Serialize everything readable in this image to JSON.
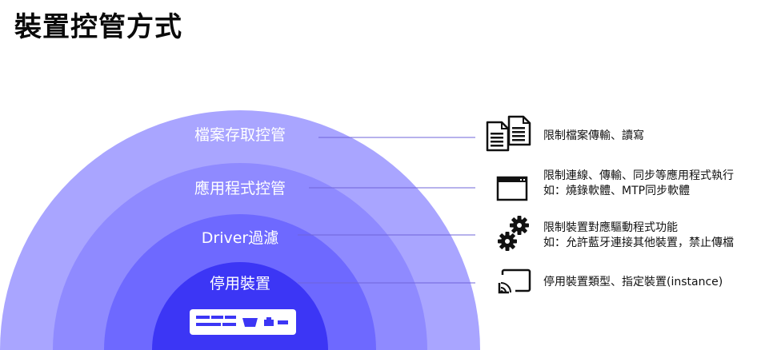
{
  "title": "裝置控管方式",
  "colors": {
    "layer1": "#a9a5ff",
    "layer2": "#8f8aff",
    "layer3": "#6e69ff",
    "layer4": "#3c36f5",
    "connector": "#6f64d8",
    "icon": "#111111"
  },
  "layers": [
    {
      "label": "檔案存取控管",
      "icon": "documents-icon",
      "desc": [
        "限制檔案傳輸、讀寫"
      ]
    },
    {
      "label": "應用程式控管",
      "icon": "app-window-icon",
      "desc": [
        "限制連線、傳輸、同步等應用程式執行",
        "如：燒錄軟體、MTP同步軟體"
      ]
    },
    {
      "label": "Driver過濾",
      "icon": "gears-icon",
      "desc": [
        "限制裝置對應驅動程式功能",
        "如：允許藍牙連接其他裝置，禁止傳檔"
      ]
    },
    {
      "label": "停用裝置",
      "icon": "cast-screen-icon",
      "desc": [
        "停用裝置類型、指定裝置(instance)"
      ]
    }
  ],
  "core_icon": "device-ports-icon"
}
